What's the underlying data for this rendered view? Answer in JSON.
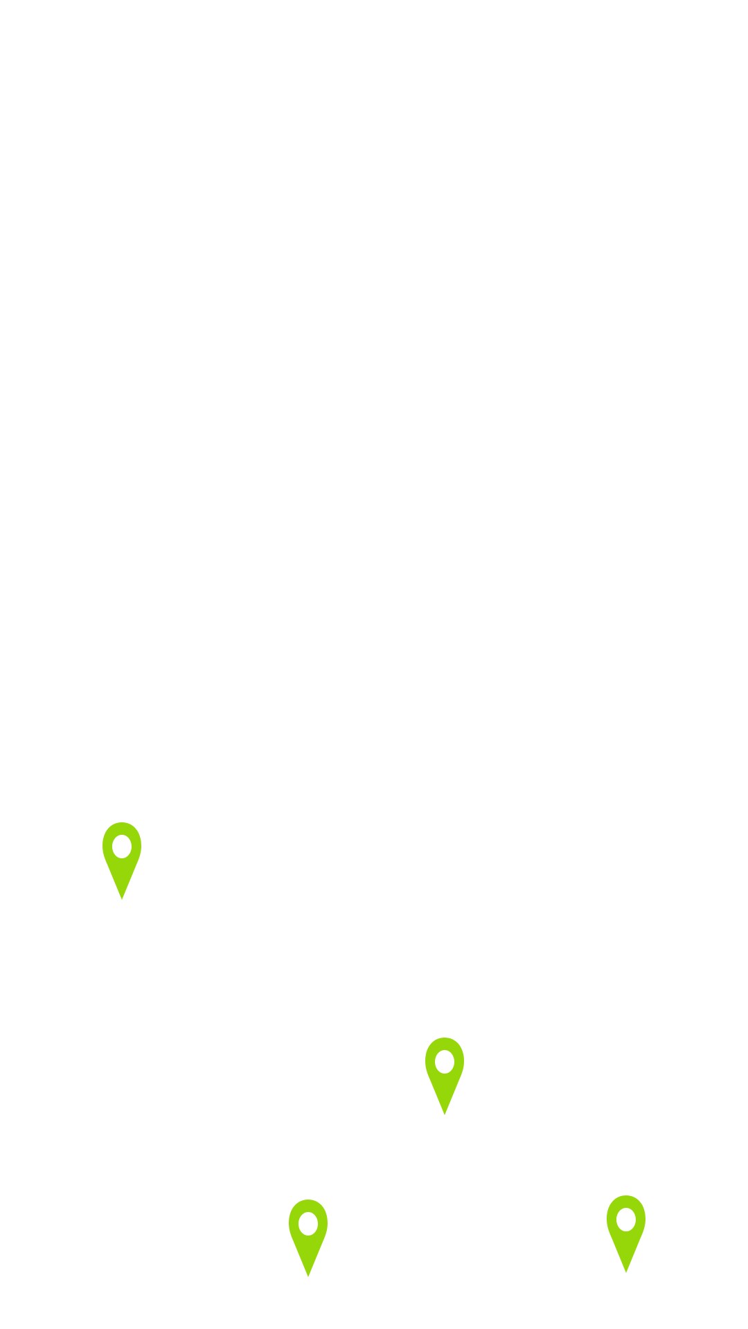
{
  "map": {
    "pin_color": "#96d70a",
    "markers": [
      {
        "id": "marker-1",
        "icon": "map-pin-icon"
      },
      {
        "id": "marker-2",
        "icon": "map-pin-icon"
      },
      {
        "id": "marker-3",
        "icon": "map-pin-icon"
      },
      {
        "id": "marker-4",
        "icon": "map-pin-icon"
      }
    ]
  }
}
